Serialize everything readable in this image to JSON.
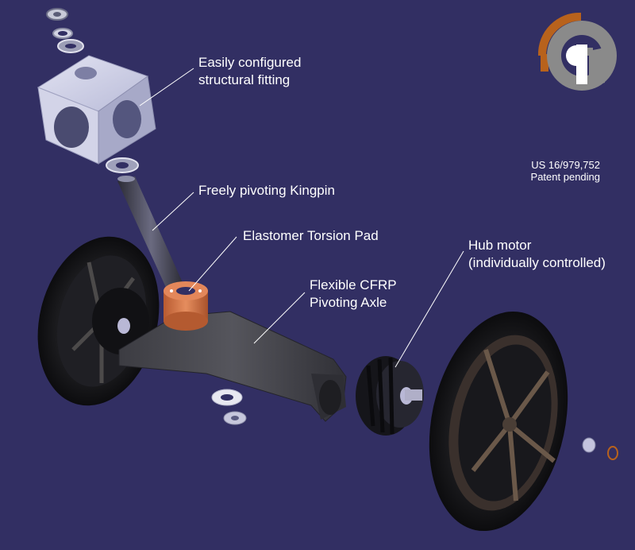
{
  "callouts": {
    "fitting": "Easily configured\nstructural fitting",
    "kingpin": "Freely pivoting Kingpin",
    "torsion_pad": "Elastomer Torsion Pad",
    "axle": "Flexible CFRP\nPivoting Axle",
    "hub_motor": "Hub motor\n(individually controlled)"
  },
  "patent": {
    "number": "US 16/979,752",
    "status": "Patent pending"
  },
  "colors": {
    "background": "#322f63",
    "logo_orange": "#b8621c",
    "logo_grey": "#8a8a8a",
    "torsion_pad": "#d77a4a",
    "fitting": "#c9cbe4",
    "tire": "#141416",
    "spokes": "#5a4a3e"
  },
  "icons": [
    "logo-icon"
  ]
}
